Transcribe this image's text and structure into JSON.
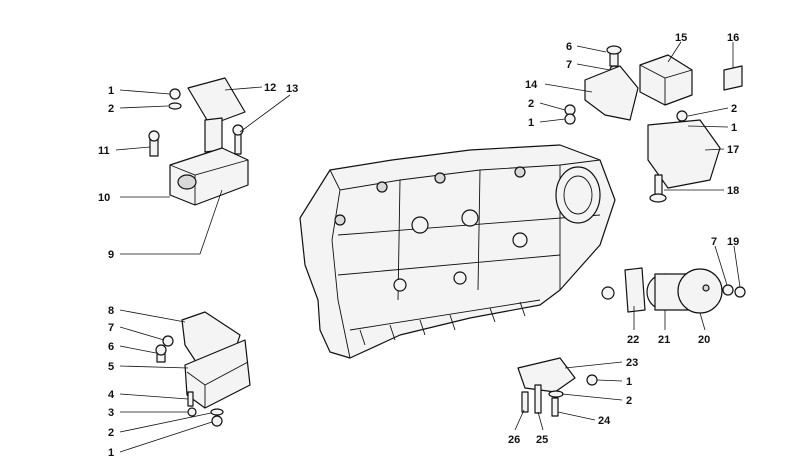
{
  "callouts": [
    {
      "id": "c-left-1a",
      "text": "1"
    },
    {
      "id": "c-left-2a",
      "text": "2"
    },
    {
      "id": "c-left-12",
      "text": "12"
    },
    {
      "id": "c-left-13",
      "text": "13"
    },
    {
      "id": "c-left-11",
      "text": "11"
    },
    {
      "id": "c-left-10",
      "text": "10"
    },
    {
      "id": "c-left-9",
      "text": "9"
    },
    {
      "id": "c-left-8",
      "text": "8"
    },
    {
      "id": "c-left-7",
      "text": "7"
    },
    {
      "id": "c-left-6",
      "text": "6"
    },
    {
      "id": "c-left-5",
      "text": "5"
    },
    {
      "id": "c-left-4",
      "text": "4"
    },
    {
      "id": "c-left-3",
      "text": "3"
    },
    {
      "id": "c-left-2b",
      "text": "2"
    },
    {
      "id": "c-left-1b",
      "text": "1"
    },
    {
      "id": "c-top-6",
      "text": "6"
    },
    {
      "id": "c-top-7",
      "text": "7"
    },
    {
      "id": "c-top-14",
      "text": "14"
    },
    {
      "id": "c-top-2a",
      "text": "2"
    },
    {
      "id": "c-top-1a",
      "text": "1"
    },
    {
      "id": "c-top-15",
      "text": "15"
    },
    {
      "id": "c-top-16",
      "text": "16"
    },
    {
      "id": "c-top-2b",
      "text": "2"
    },
    {
      "id": "c-top-1b",
      "text": "1"
    },
    {
      "id": "c-top-17",
      "text": "17"
    },
    {
      "id": "c-top-18",
      "text": "18"
    },
    {
      "id": "c-mid-7",
      "text": "7"
    },
    {
      "id": "c-mid-19",
      "text": "19"
    },
    {
      "id": "c-mid-22",
      "text": "22"
    },
    {
      "id": "c-mid-21",
      "text": "21"
    },
    {
      "id": "c-mid-20",
      "text": "20"
    },
    {
      "id": "c-bot-23",
      "text": "23"
    },
    {
      "id": "c-bot-1",
      "text": "1"
    },
    {
      "id": "c-bot-2",
      "text": "2"
    },
    {
      "id": "c-bot-24",
      "text": "24"
    },
    {
      "id": "c-bot-25",
      "text": "25"
    },
    {
      "id": "c-bot-26",
      "text": "26"
    }
  ]
}
